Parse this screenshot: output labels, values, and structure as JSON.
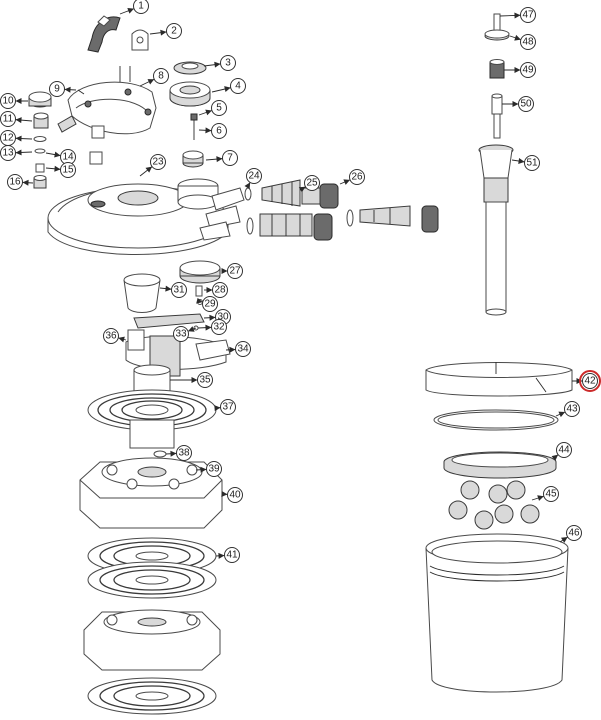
{
  "colors": {
    "highlight": "#cc2a2a",
    "line": "#3a3a3a"
  },
  "callouts": [
    {
      "id": "1",
      "label": "1"
    },
    {
      "id": "2",
      "label": "2"
    },
    {
      "id": "3",
      "label": "3"
    },
    {
      "id": "4",
      "label": "4"
    },
    {
      "id": "5",
      "label": "5"
    },
    {
      "id": "6",
      "label": "6"
    },
    {
      "id": "7",
      "label": "7"
    },
    {
      "id": "8",
      "label": "8"
    },
    {
      "id": "9",
      "label": "9"
    },
    {
      "id": "10",
      "label": "10"
    },
    {
      "id": "11",
      "label": "11"
    },
    {
      "id": "12",
      "label": "12"
    },
    {
      "id": "13",
      "label": "13"
    },
    {
      "id": "14",
      "label": "14"
    },
    {
      "id": "15",
      "label": "15"
    },
    {
      "id": "16",
      "label": "16"
    },
    {
      "id": "23",
      "label": "23"
    },
    {
      "id": "24",
      "label": "24"
    },
    {
      "id": "25",
      "label": "25"
    },
    {
      "id": "26",
      "label": "26"
    },
    {
      "id": "27",
      "label": "27"
    },
    {
      "id": "28",
      "label": "28"
    },
    {
      "id": "29",
      "label": "29"
    },
    {
      "id": "30",
      "label": "30"
    },
    {
      "id": "31",
      "label": "31"
    },
    {
      "id": "32",
      "label": "32"
    },
    {
      "id": "33",
      "label": "33"
    },
    {
      "id": "34",
      "label": "34"
    },
    {
      "id": "35",
      "label": "35"
    },
    {
      "id": "36",
      "label": "36"
    },
    {
      "id": "37",
      "label": "37"
    },
    {
      "id": "38",
      "label": "38"
    },
    {
      "id": "39",
      "label": "39"
    },
    {
      "id": "40",
      "label": "40"
    },
    {
      "id": "41",
      "label": "41"
    },
    {
      "id": "42",
      "label": "42",
      "highlighted": true
    },
    {
      "id": "43",
      "label": "43"
    },
    {
      "id": "44",
      "label": "44"
    },
    {
      "id": "45",
      "label": "45"
    },
    {
      "id": "46",
      "label": "46"
    },
    {
      "id": "47",
      "label": "47"
    },
    {
      "id": "48",
      "label": "48"
    },
    {
      "id": "49",
      "label": "49"
    },
    {
      "id": "50",
      "label": "50"
    },
    {
      "id": "51",
      "label": "51"
    }
  ]
}
